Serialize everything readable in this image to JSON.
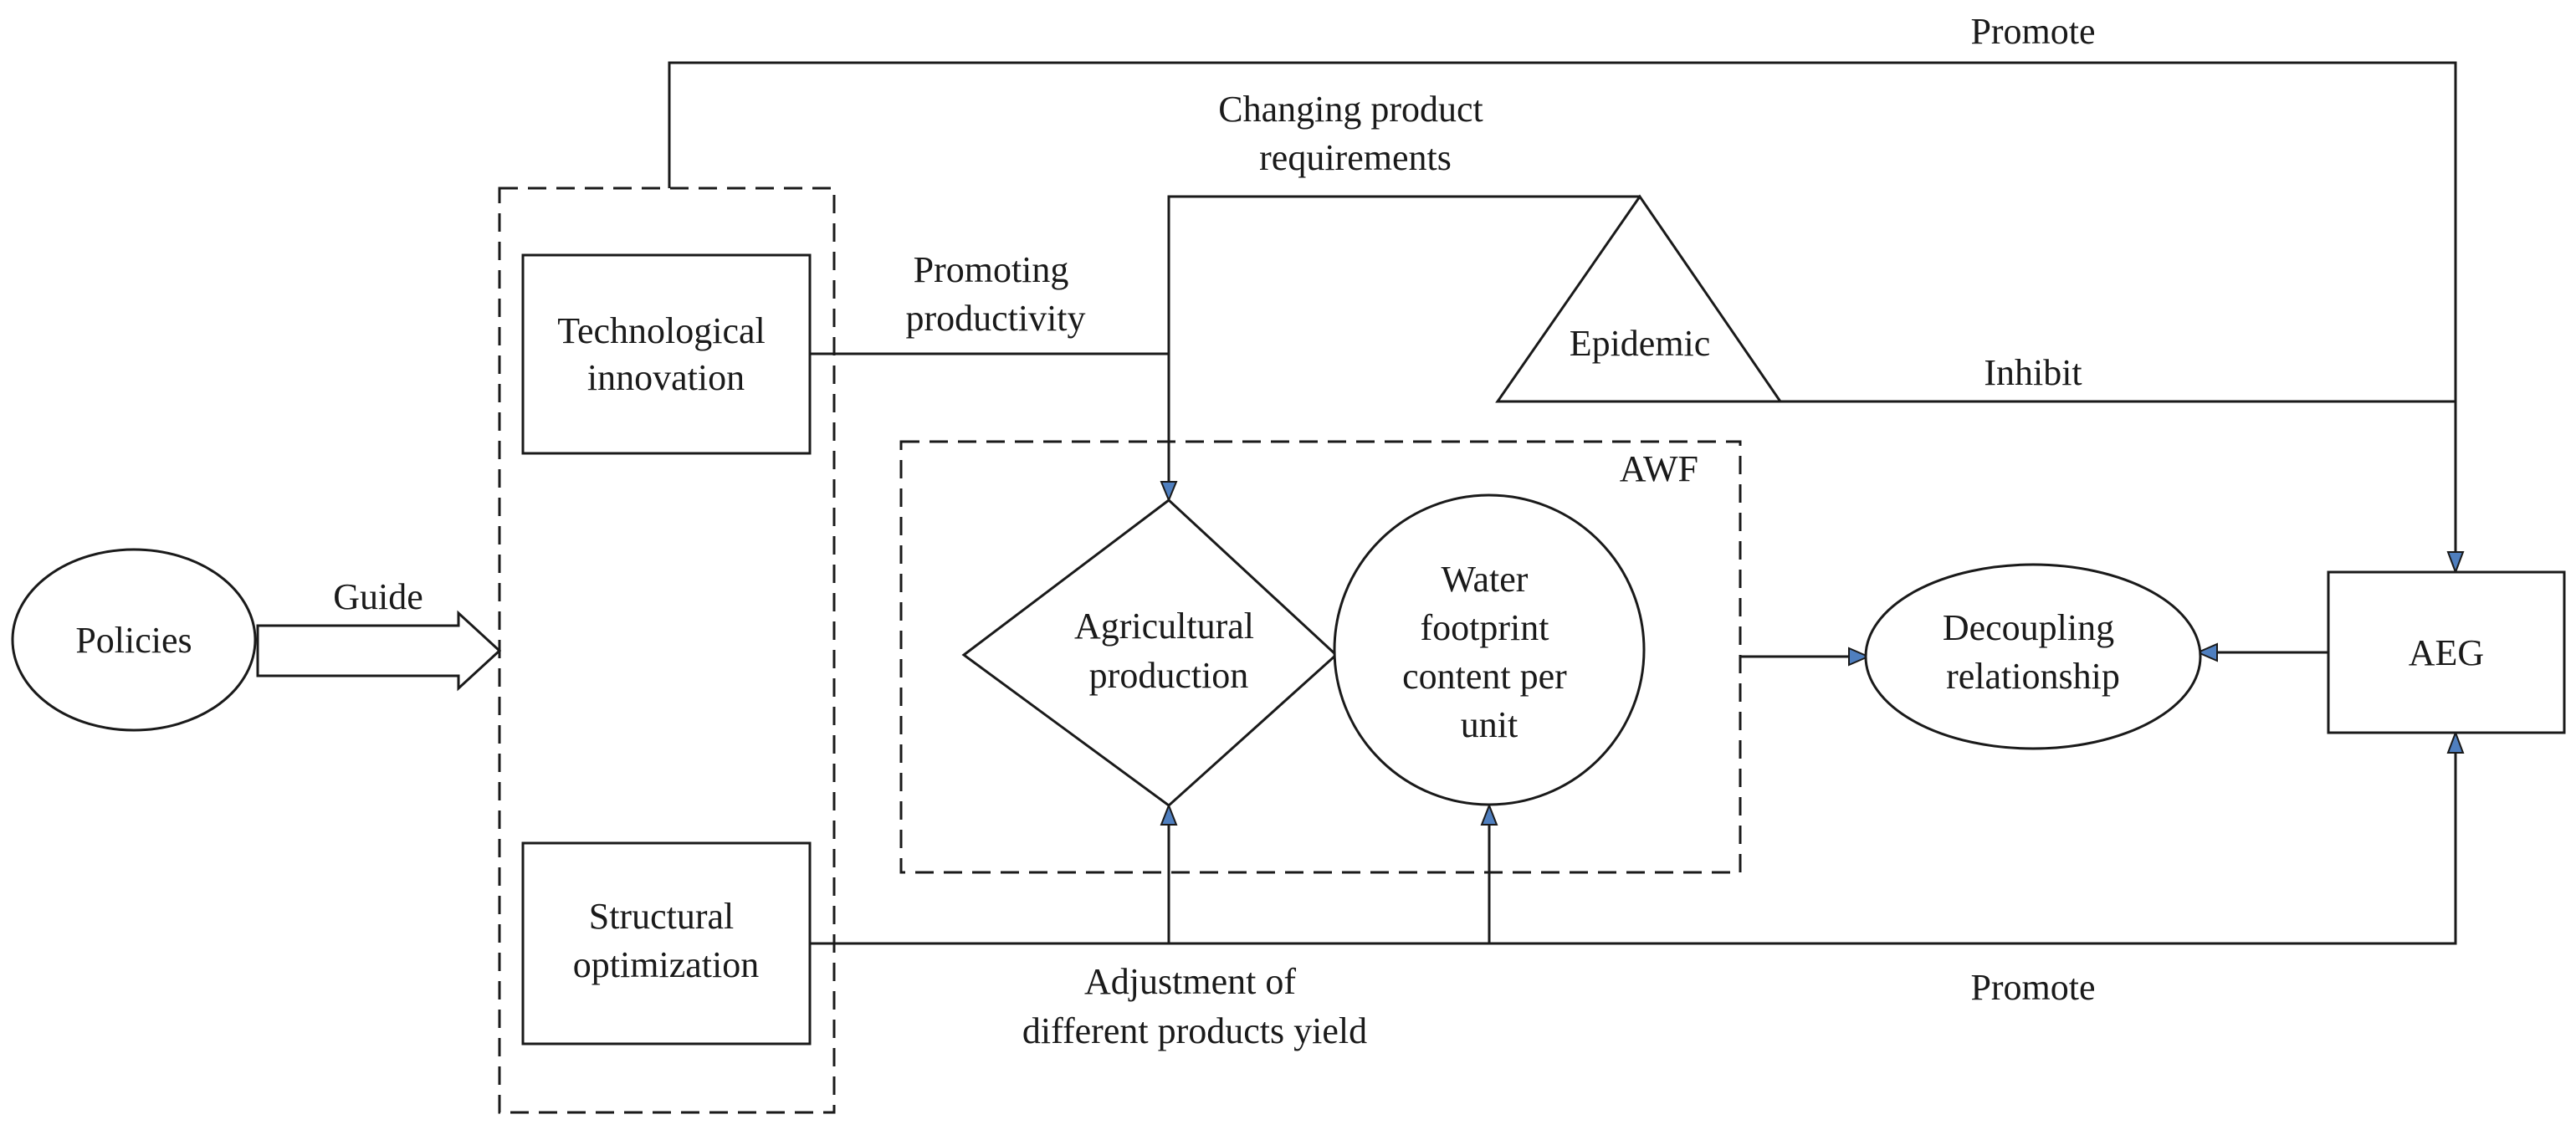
{
  "nodes": {
    "policies": "Policies",
    "technological_innovation": [
      "Technological",
      "innovation"
    ],
    "structural_optimization": [
      "Structural",
      "optimization"
    ],
    "epidemic": "Epidemic",
    "awf": "AWF",
    "agricultural_production": [
      "Agricultural",
      "production"
    ],
    "water_footprint": [
      "Water",
      "footprint",
      "content per",
      "unit"
    ],
    "decoupling_relationship": [
      "Decoupling",
      "relationship"
    ],
    "aeg": "AEG"
  },
  "edge_labels": {
    "guide": "Guide",
    "promote_top": "Promote",
    "changing_product_requirements": [
      "Changing product",
      "requirements"
    ],
    "promoting_productivity": [
      "Promoting",
      "productivity"
    ],
    "inhibit": "Inhibit",
    "adjustment_of_yield": [
      "Adjustment of",
      "different products yield"
    ],
    "promote_bottom": "Promote"
  },
  "colors": {
    "stroke": "#1a1a1a",
    "arrowhead": "#4f7fbf",
    "background": "#ffffff"
  }
}
